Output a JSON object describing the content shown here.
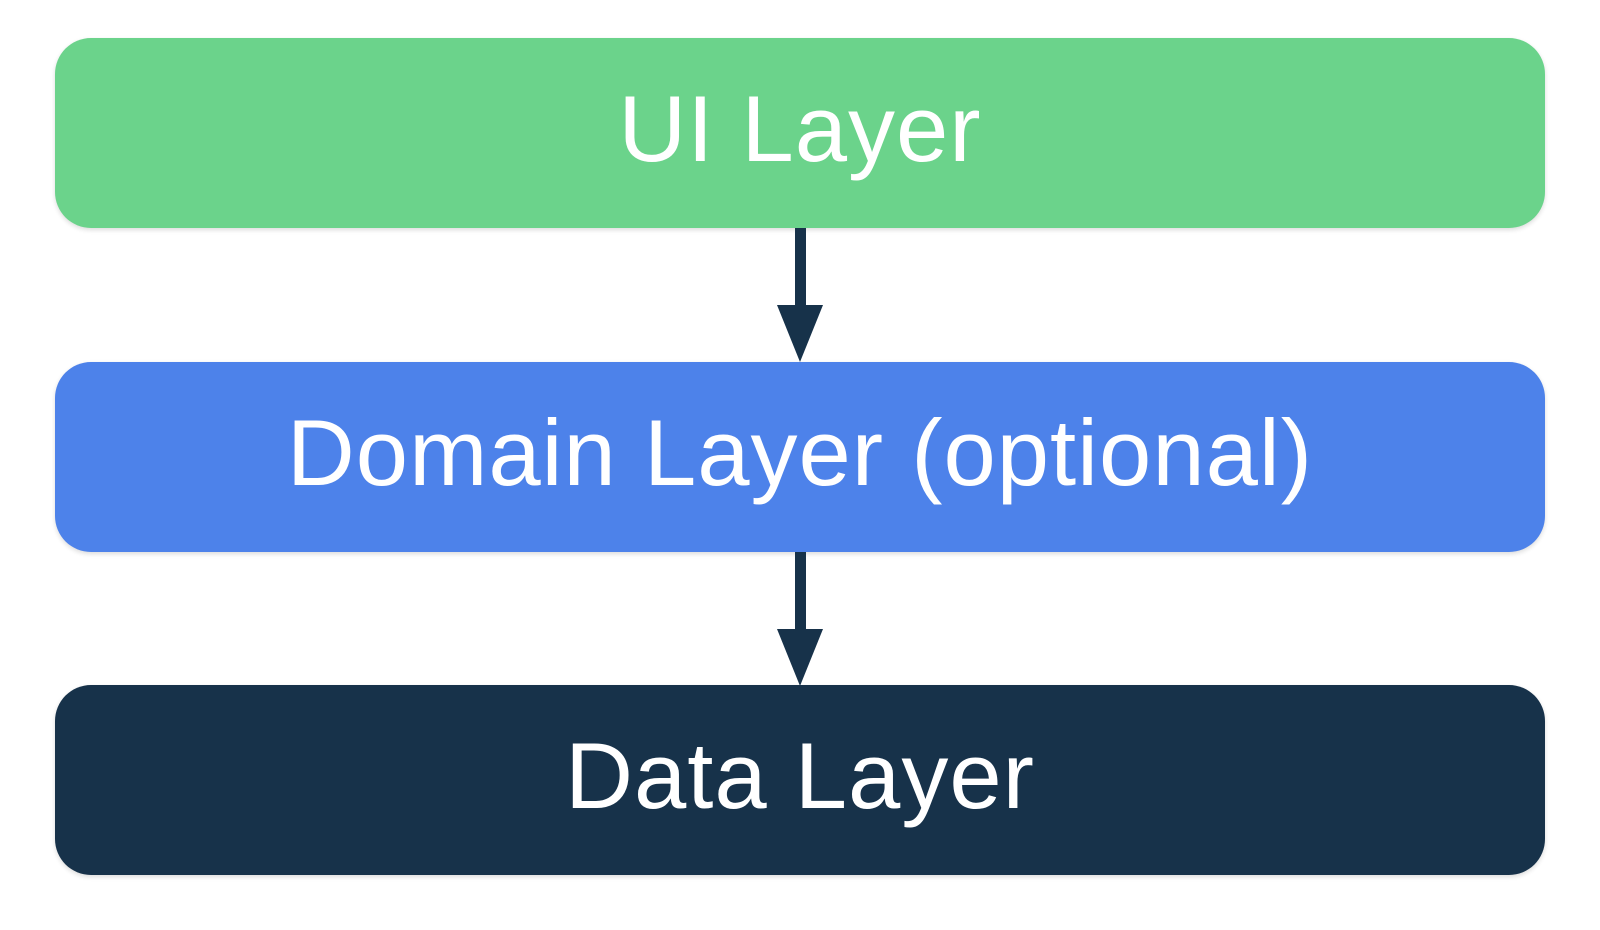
{
  "colors": {
    "background": "#ffffff",
    "ui_layer": "#6bd38b",
    "domain_layer": "#4d82ea",
    "data_layer": "#17324a",
    "arrow": "#17324a",
    "label_text": "#ffffff"
  },
  "diagram": {
    "type": "layered-architecture",
    "layers": [
      {
        "id": "ui",
        "label": "UI Layer"
      },
      {
        "id": "domain",
        "label": "Domain Layer (optional)"
      },
      {
        "id": "data",
        "label": "Data Layer"
      }
    ],
    "connections": [
      {
        "from": "ui",
        "to": "domain",
        "direction": "down"
      },
      {
        "from": "domain",
        "to": "data",
        "direction": "down"
      }
    ]
  }
}
